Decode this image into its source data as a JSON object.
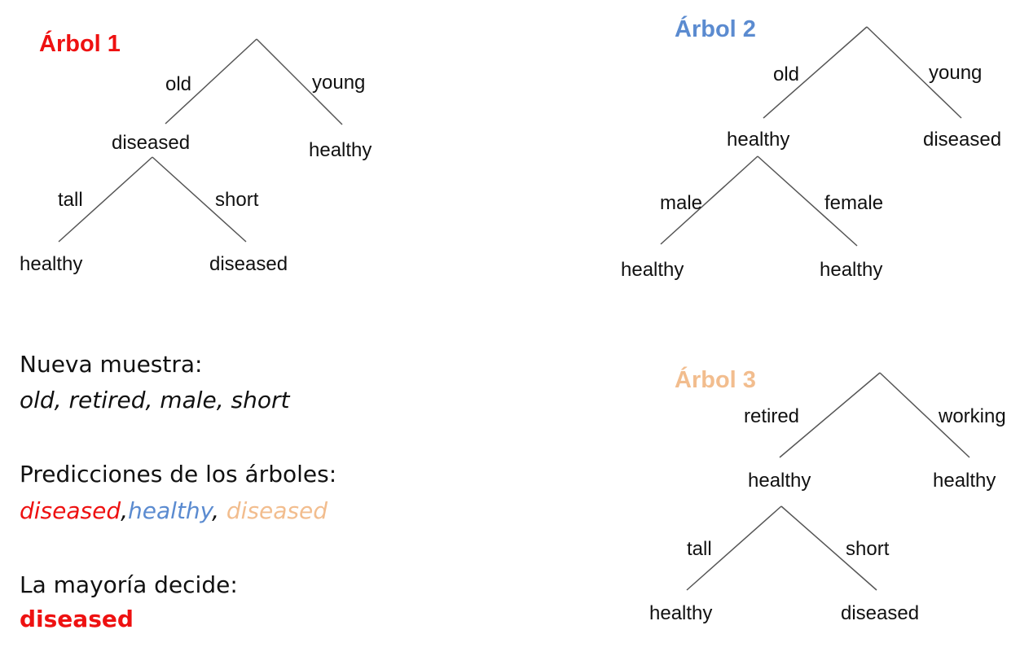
{
  "colors": {
    "tree1": "#ee1111",
    "tree2": "#5b8bd0",
    "tree3": "#f2bd8e",
    "text": "#111111"
  },
  "tree1": {
    "title": "Árbol 1",
    "edge_old": "old",
    "edge_young": "young",
    "node_diseased": "diseased",
    "leaf_healthy_right": "healthy",
    "edge_tall": "tall",
    "edge_short": "short",
    "leaf_healthy": "healthy",
    "leaf_diseased": "diseased"
  },
  "tree2": {
    "title": "Árbol 2",
    "edge_old": "old",
    "edge_young": "young",
    "node_healthy": "healthy",
    "leaf_diseased_right": "diseased",
    "edge_male": "male",
    "edge_female": "female",
    "leaf_healthy_left": "healthy",
    "leaf_healthy_right": "healthy"
  },
  "tree3": {
    "title": "Árbol 3",
    "edge_retired": "retired",
    "edge_working": "working",
    "node_healthy": "healthy",
    "leaf_healthy_right": "healthy",
    "edge_tall": "tall",
    "edge_short": "short",
    "leaf_healthy": "healthy",
    "leaf_diseased": "diseased"
  },
  "sample": {
    "heading": "Nueva muestra:",
    "values": "old, retired, male, short"
  },
  "predictions": {
    "heading": "Predicciones de los árboles:",
    "p1": "diseased",
    "sep1": ",",
    "p2": "healthy",
    "sep2": ",",
    "p3": "diseased"
  },
  "majority": {
    "heading": "La mayoría decide:",
    "result": "diseased"
  }
}
